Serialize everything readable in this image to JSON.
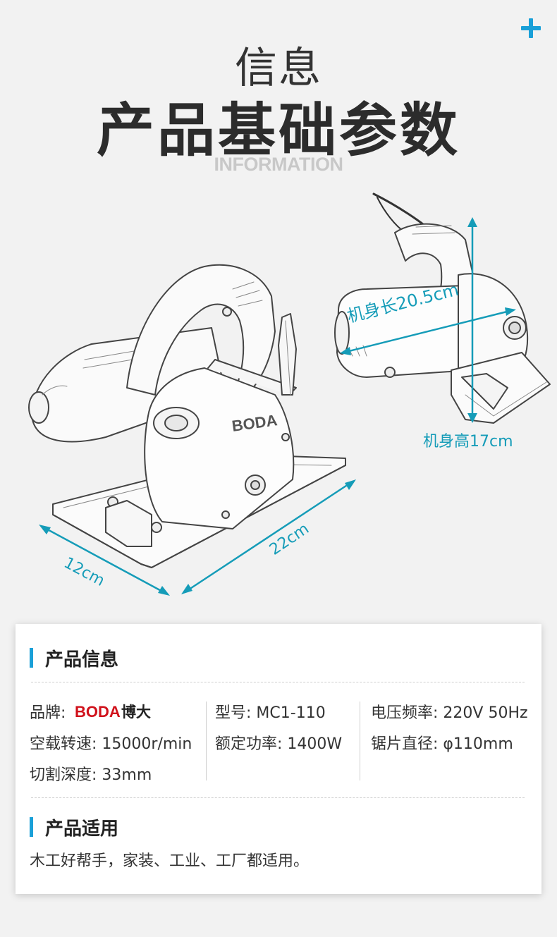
{
  "header": {
    "title_small": "信息",
    "title_big": "产品基础参数",
    "title_en": "INFORMATION"
  },
  "dimensions": {
    "length_label": "机身长20.5cm",
    "height_label": "机身高17cm",
    "width_label": "12cm",
    "depth_label": "22cm"
  },
  "product_info": {
    "section_title": "产品信息",
    "brand_label": "品牌:",
    "brand_logo_text": "BODA",
    "brand_cn": "博大",
    "specs": [
      {
        "label": "型号:",
        "value": "MC1-110"
      },
      {
        "label": "电压频率:",
        "value": "220V 50Hz"
      },
      {
        "label": "空载转速:",
        "value": "15000r/min"
      },
      {
        "label": "额定功率:",
        "value": "1400W"
      },
      {
        "label": "锯片直径:",
        "value": "φ110mm"
      },
      {
        "label": "切割深度:",
        "value": "33mm"
      }
    ]
  },
  "usage": {
    "section_title": "产品适用",
    "text": "木工好帮手，家装、工业、工厂都适用。"
  },
  "colors": {
    "accent": "#1aa0d8",
    "dimension": "#159cb8",
    "brand_red": "#d0111b"
  }
}
